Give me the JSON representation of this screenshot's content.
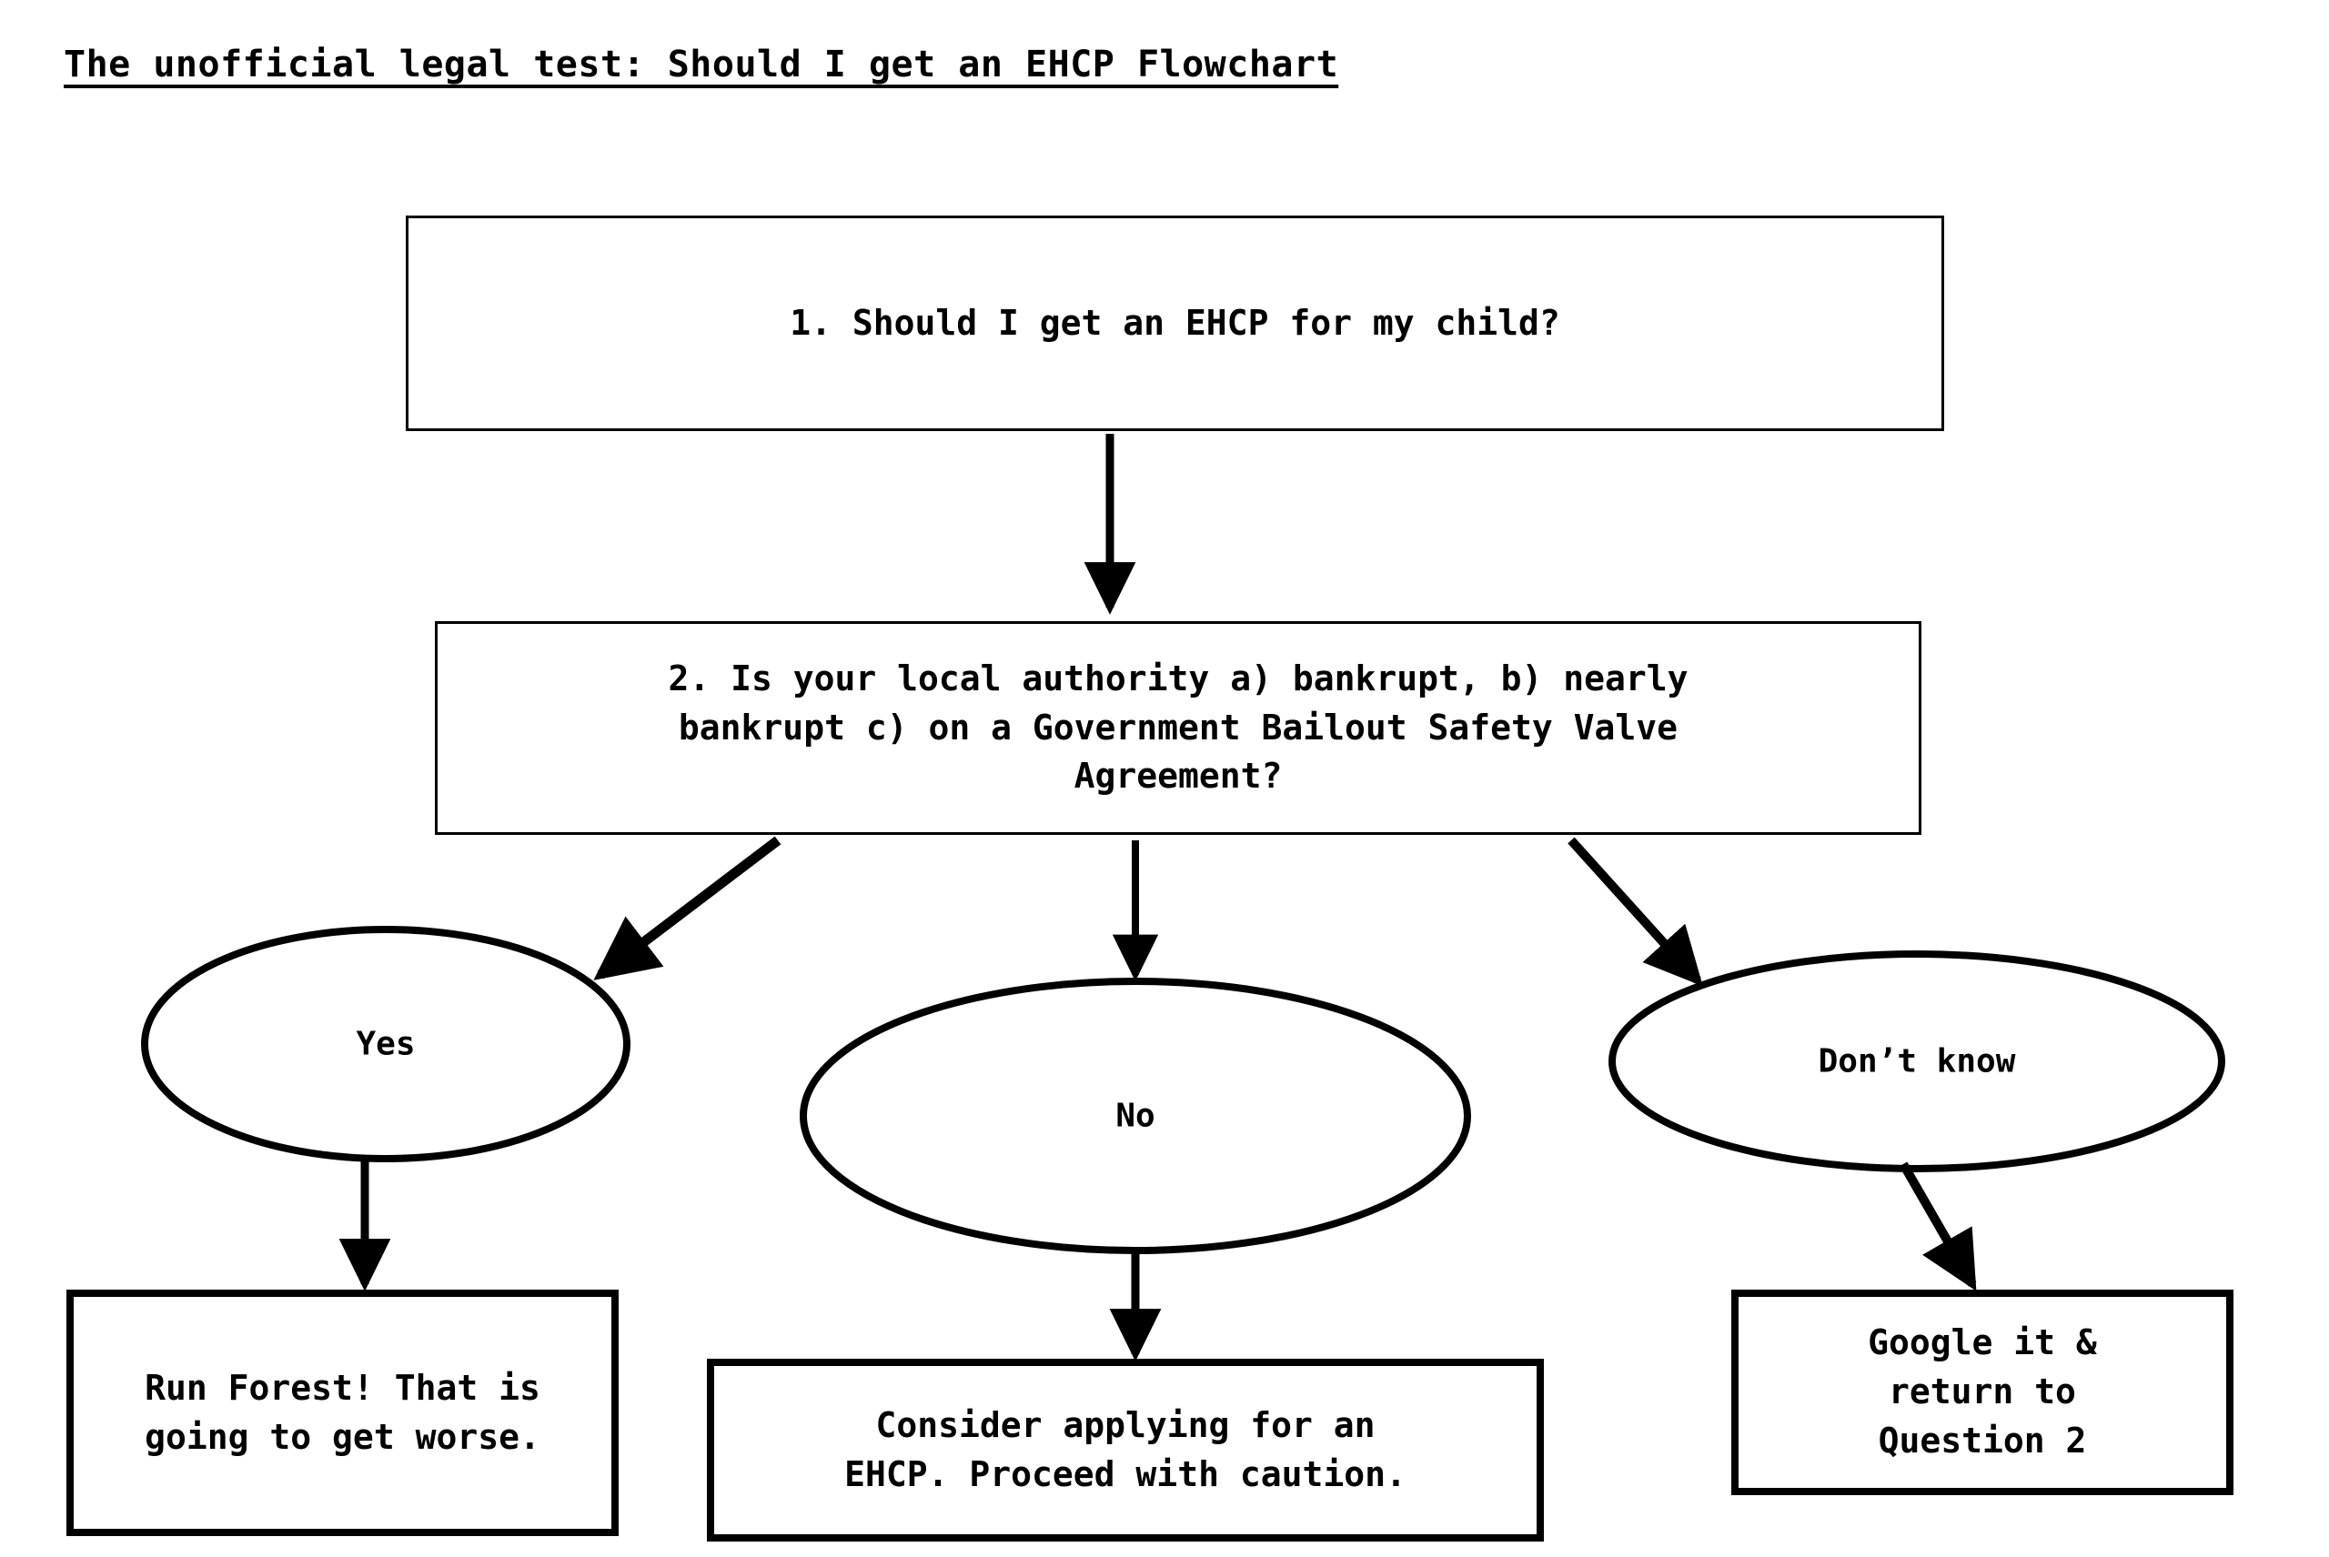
{
  "page": {
    "title": "The unofficial legal test: Should I get an EHCP Flowchart",
    "background_color": "#ffffff",
    "ink_color": "#000000"
  },
  "chart_data": {
    "type": "flowchart",
    "title": "The unofficial legal test: Should I get an EHCP Flowchart",
    "nodes": [
      {
        "id": "q1",
        "shape": "rectangle",
        "text": "1. Should I get an EHCP for my child?",
        "border": "thin"
      },
      {
        "id": "q2",
        "shape": "rectangle",
        "text": "2. Is your local authority a) bankrupt, b) nearly bankrupt c) on a Government Bailout Safety Valve Agreement?",
        "border": "thin"
      },
      {
        "id": "yes",
        "shape": "ellipse",
        "text": "Yes"
      },
      {
        "id": "no",
        "shape": "ellipse",
        "text": "No"
      },
      {
        "id": "dontknow",
        "shape": "ellipse",
        "text": "Don’t know"
      },
      {
        "id": "run",
        "shape": "rectangle",
        "text": "Run Forest! That is going to get worse.",
        "border": "thick"
      },
      {
        "id": "consider",
        "shape": "rectangle",
        "text": "Consider applying for an EHCP. Proceed with caution.",
        "border": "thick"
      },
      {
        "id": "google",
        "shape": "rectangle",
        "text": "Google it & return to Question 2",
        "border": "thick"
      }
    ],
    "edges": [
      {
        "from": "q1",
        "to": "q2",
        "style": "straight-down",
        "label": ""
      },
      {
        "from": "q2",
        "to": "yes",
        "style": "diagonal-left",
        "label": ""
      },
      {
        "from": "q2",
        "to": "no",
        "style": "straight-down",
        "label": ""
      },
      {
        "from": "q2",
        "to": "dontknow",
        "style": "diagonal-right",
        "label": ""
      },
      {
        "from": "yes",
        "to": "run",
        "style": "straight-down",
        "label": ""
      },
      {
        "from": "no",
        "to": "consider",
        "style": "straight-down",
        "label": ""
      },
      {
        "from": "dontknow",
        "to": "google",
        "style": "diagonal-right",
        "label": ""
      }
    ]
  },
  "boxes": {
    "q1": "1. Should I get an EHCP for my child?",
    "q2": "2. Is your local authority a) bankrupt, b) nearly\nbankrupt c) on a Government Bailout Safety Valve\nAgreement?",
    "run": "Run Forest! That is\ngoing to get worse.",
    "consider": "Consider applying for an\nEHCP. Proceed with caution.",
    "google": "Google it &\nreturn to\nQuestion 2"
  },
  "ellipses": {
    "yes": "Yes",
    "no": "No",
    "dontknow": "Don’t know"
  }
}
